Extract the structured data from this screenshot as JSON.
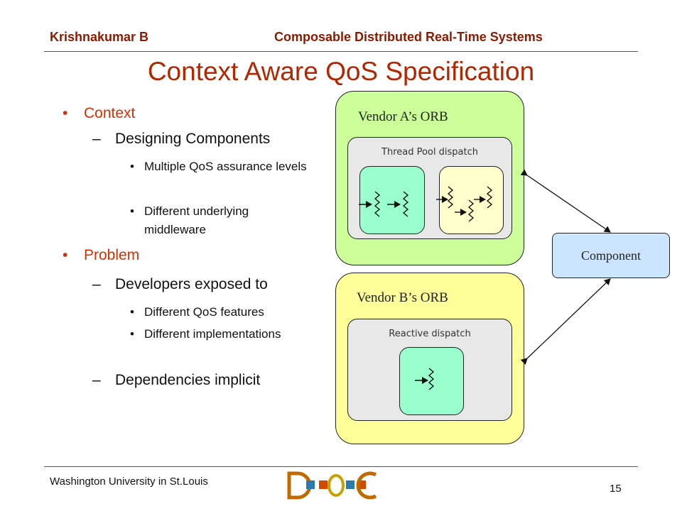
{
  "header": {
    "author": "Krishnakumar B",
    "course": "Composable Distributed Real-Time Systems"
  },
  "slide": {
    "title": "Context Aware QoS Specification",
    "bullets": {
      "context": "Context",
      "designing": "Designing Components",
      "sub1": "Multiple QoS assurance levels",
      "sub2": "Different underlying middleware",
      "problem": "Problem",
      "developers": "Developers exposed to",
      "sub3": "Different QoS features",
      "sub4": "Different implementations",
      "dependencies": "Dependencies implicit"
    }
  },
  "diagram": {
    "vendor_a": "Vendor A’s ORB",
    "thread_pool": "Thread Pool dispatch",
    "vendor_b": "Vendor B’s ORB",
    "reactive": "Reactive dispatch",
    "component": "Component",
    "colors": {
      "orb_a_fill": "#CCFF99",
      "orb_b_fill": "#FFFF99",
      "panel_fill": "#E8E8E8",
      "thread_green": "#99FFCC",
      "thread_yellow": "#FFFFCC",
      "component_fill": "#CCE5FF"
    }
  },
  "footer": {
    "university": "Washington University in St.Louis",
    "logo_text": "DOC",
    "page_number": "15"
  }
}
